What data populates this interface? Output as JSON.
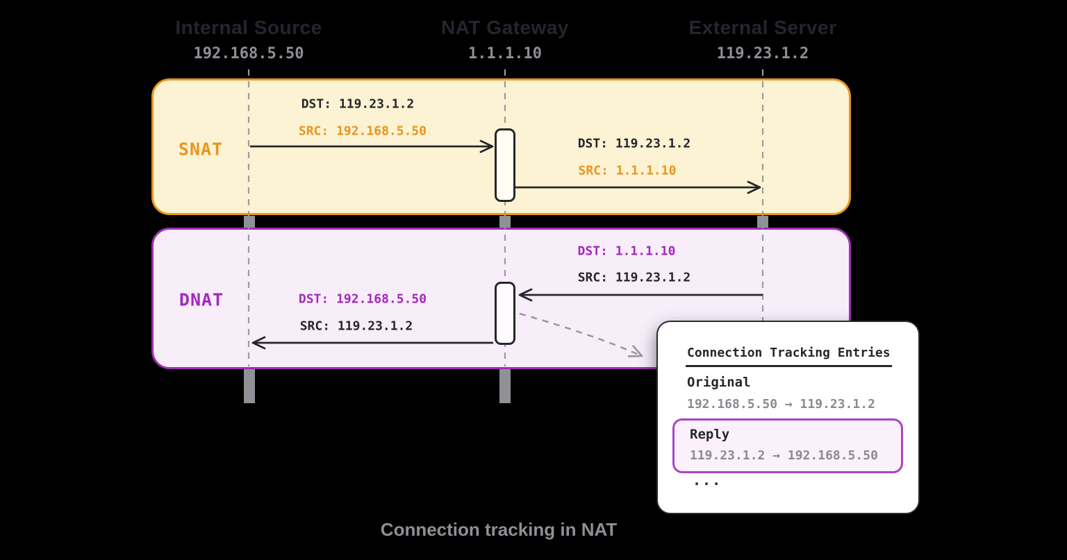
{
  "columns": [
    {
      "title": "Internal Source",
      "ip": "192.168.5.50"
    },
    {
      "title": "NAT Gateway",
      "ip": "1.1.1.10"
    },
    {
      "title": "External Server",
      "ip": "119.23.1.2"
    }
  ],
  "snat": {
    "label": "SNAT",
    "outbound": {
      "dst": "DST: 119.23.1.2",
      "src": "SRC: 192.168.5.50"
    },
    "translated": {
      "dst": "DST: 119.23.1.2",
      "src": "SRC: 1.1.1.10"
    }
  },
  "dnat": {
    "label": "DNAT",
    "reply_in": {
      "dst": "DST: 1.1.1.10",
      "src": "SRC: 119.23.1.2"
    },
    "reply_out": {
      "dst": "DST: 192.168.5.50",
      "src": "SRC: 119.23.1.2"
    }
  },
  "conntrack_card": {
    "title": "Connection Tracking Entries",
    "entries": [
      {
        "label": "Original",
        "flow": "192.168.5.50 → 119.23.1.2"
      },
      {
        "label": "Reply",
        "flow": "119.23.1.2 → 192.168.5.50"
      }
    ],
    "ellipsis": "..."
  },
  "caption": "Connection tracking in NAT",
  "colors": {
    "snat_accent": "#E8941C",
    "snat_fill": "#FBF3D3",
    "snat_border": "#E8981A",
    "dnat_accent": "#A428BE",
    "dnat_fill": "#F7EEFA",
    "dnat_border": "#A02FB5",
    "ink": "#26262B",
    "muted_gray": "#9A9AA0",
    "card_bg": "#FFFFFF"
  }
}
